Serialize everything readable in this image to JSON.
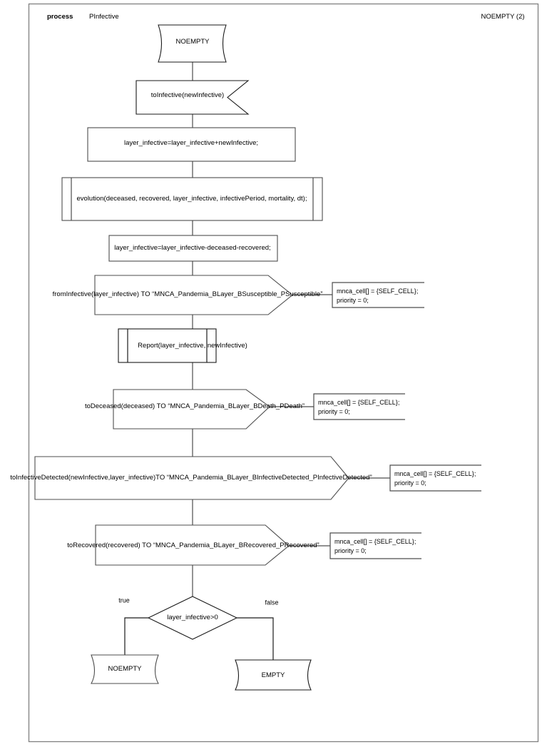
{
  "diagram": {
    "type": "flowchart",
    "header": {
      "keyword": "process",
      "name": "PInfective",
      "right_label": "NOEMPTY (2)"
    },
    "nodes": [
      {
        "id": "start",
        "shape": "state-terminal",
        "label": "NOEMPTY"
      },
      {
        "id": "to_infective",
        "shape": "signal-input",
        "label": "toInfective(newInfective)"
      },
      {
        "id": "assign_add",
        "shape": "process",
        "label": "layer_infective=layer_infective+newInfective;"
      },
      {
        "id": "evolution",
        "shape": "predefined-process",
        "label": "evolution(deceased, recovered, layer_infective, infectivePeriod, mortality, dt);"
      },
      {
        "id": "assign_sub",
        "shape": "process",
        "label": "layer_infective=layer_infective-deceased-recovered;"
      },
      {
        "id": "from_infective",
        "shape": "signal-output",
        "label": "fromInfective(layer_infective) TO “MNCA_Pandemia_BLayer_BSusceptible_PSusceptible”"
      },
      {
        "id": "report",
        "shape": "predefined-process",
        "label": "Report(layer_infective, newInfective)"
      },
      {
        "id": "to_deceased",
        "shape": "signal-output",
        "label": "toDeceased(deceased) TO “MNCA_Pandemia_BLayer_BDeath_PDeath”"
      },
      {
        "id": "to_infective_det",
        "shape": "signal-output",
        "label": "toInfectiveDetected(newInfective,layer_infective)TO “MNCA_Pandemia_BLayer_BInfectiveDetected_PInfectiveDetected”"
      },
      {
        "id": "to_recovered",
        "shape": "signal-output",
        "label": "toRecovered(recovered) TO “MNCA_Pandemia_BLayer_BRecovered_PRecovered”"
      },
      {
        "id": "decision",
        "shape": "decision",
        "label": "layer_infective>0"
      },
      {
        "id": "end_noempty",
        "shape": "state-terminal",
        "label": "NOEMPTY"
      },
      {
        "id": "end_empty",
        "shape": "state-terminal",
        "label": "EMPTY"
      }
    ],
    "edge_labels": [
      {
        "id": "true_branch",
        "label": "true"
      },
      {
        "id": "false_branch",
        "label": "false"
      }
    ],
    "annotations": [
      {
        "id": "anno_susceptible",
        "line1": "mnca_cell[] = {SELF_CELL};",
        "line2": "priority = 0;"
      },
      {
        "id": "anno_death",
        "line1": "mnca_cell[] = {SELF_CELL};",
        "line2": "priority = 0;"
      },
      {
        "id": "anno_infective_detected",
        "line1": "mnca_cell[] = {SELF_CELL};",
        "line2": "priority = 0;"
      },
      {
        "id": "anno_recovered",
        "line1": "mnca_cell[] = {SELF_CELL};",
        "line2": "priority = 0;"
      }
    ],
    "colors": {
      "stroke": "#4d4d4d",
      "stroke_dark": "#1a1a1a",
      "frame": "#808080",
      "background": "#ffffff",
      "text": "#000000"
    }
  }
}
